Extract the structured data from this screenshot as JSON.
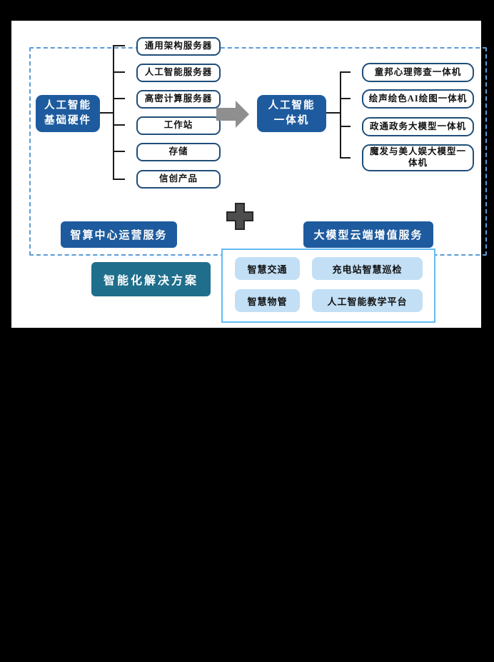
{
  "palette": {
    "page_bg": "#000000",
    "panel_bg": "#ffffff",
    "dashed_border": "#5B9BD5",
    "node_blue": "#1E5B9E",
    "box_border": "#1F4E79",
    "teal": "#1F6E8C",
    "chip_bg": "#C2DFF5",
    "solutions_panel_border": "#63BCF2",
    "arrow_gray": "#8F8F8F",
    "plus_gray": "#4D4D4D"
  },
  "diagram": {
    "left_node": {
      "line1": "人工智能",
      "line2": "基础硬件"
    },
    "hardware_items": [
      "通用架构服务器",
      "人工智能服务器",
      "高密计算服务器",
      "工作站",
      "存储",
      "信创产品"
    ],
    "right_node": {
      "line1": "人工智能",
      "line2": "一体机"
    },
    "aio_items": [
      "童邦心理筛查一体机",
      "绘声绘色AI绘图一体机",
      "政通政务大模型一体机",
      "魔发与美人娱大模型一体机"
    ],
    "service_left": "智算中心运营服务",
    "service_right": "大模型云端增值服务",
    "solutions_title": "智能化解决方案",
    "solution_items": [
      "智慧交通",
      "充电站智慧巡检",
      "智慧物管",
      "人工智能教学平台"
    ]
  }
}
